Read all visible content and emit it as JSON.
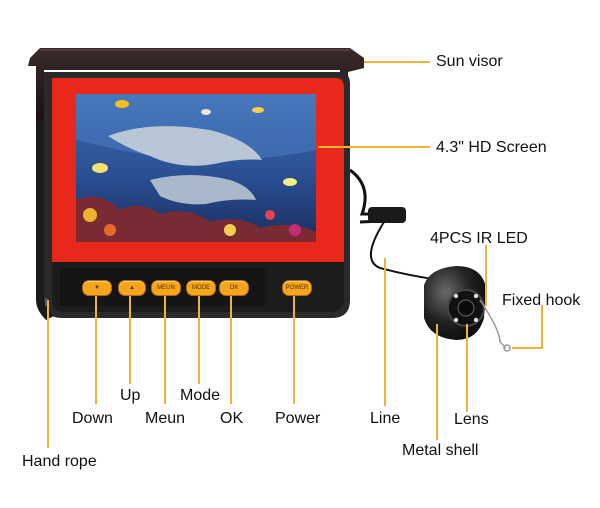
{
  "buttons": {
    "down": "▼",
    "up": "▲",
    "meun": "MEUN",
    "mode": "MODE",
    "ok": "OK",
    "power": "POWER"
  },
  "callouts": {
    "sun_visor": "Sun visor",
    "screen": "4.3\" HD Screen",
    "ir_led": "4PCS IR LED",
    "fixed_hook": "Fixed hook",
    "lens": "Lens",
    "metal_shell": "Metal shell",
    "line": "Line",
    "power": "Power",
    "ok": "OK",
    "mode": "Mode",
    "meun": "Meun",
    "up": "Up",
    "down": "Down",
    "hand_rope": "Hand rope"
  },
  "colors": {
    "body_red": "#e8281b",
    "leader": "#f2b233",
    "button": "#f5a41e"
  }
}
